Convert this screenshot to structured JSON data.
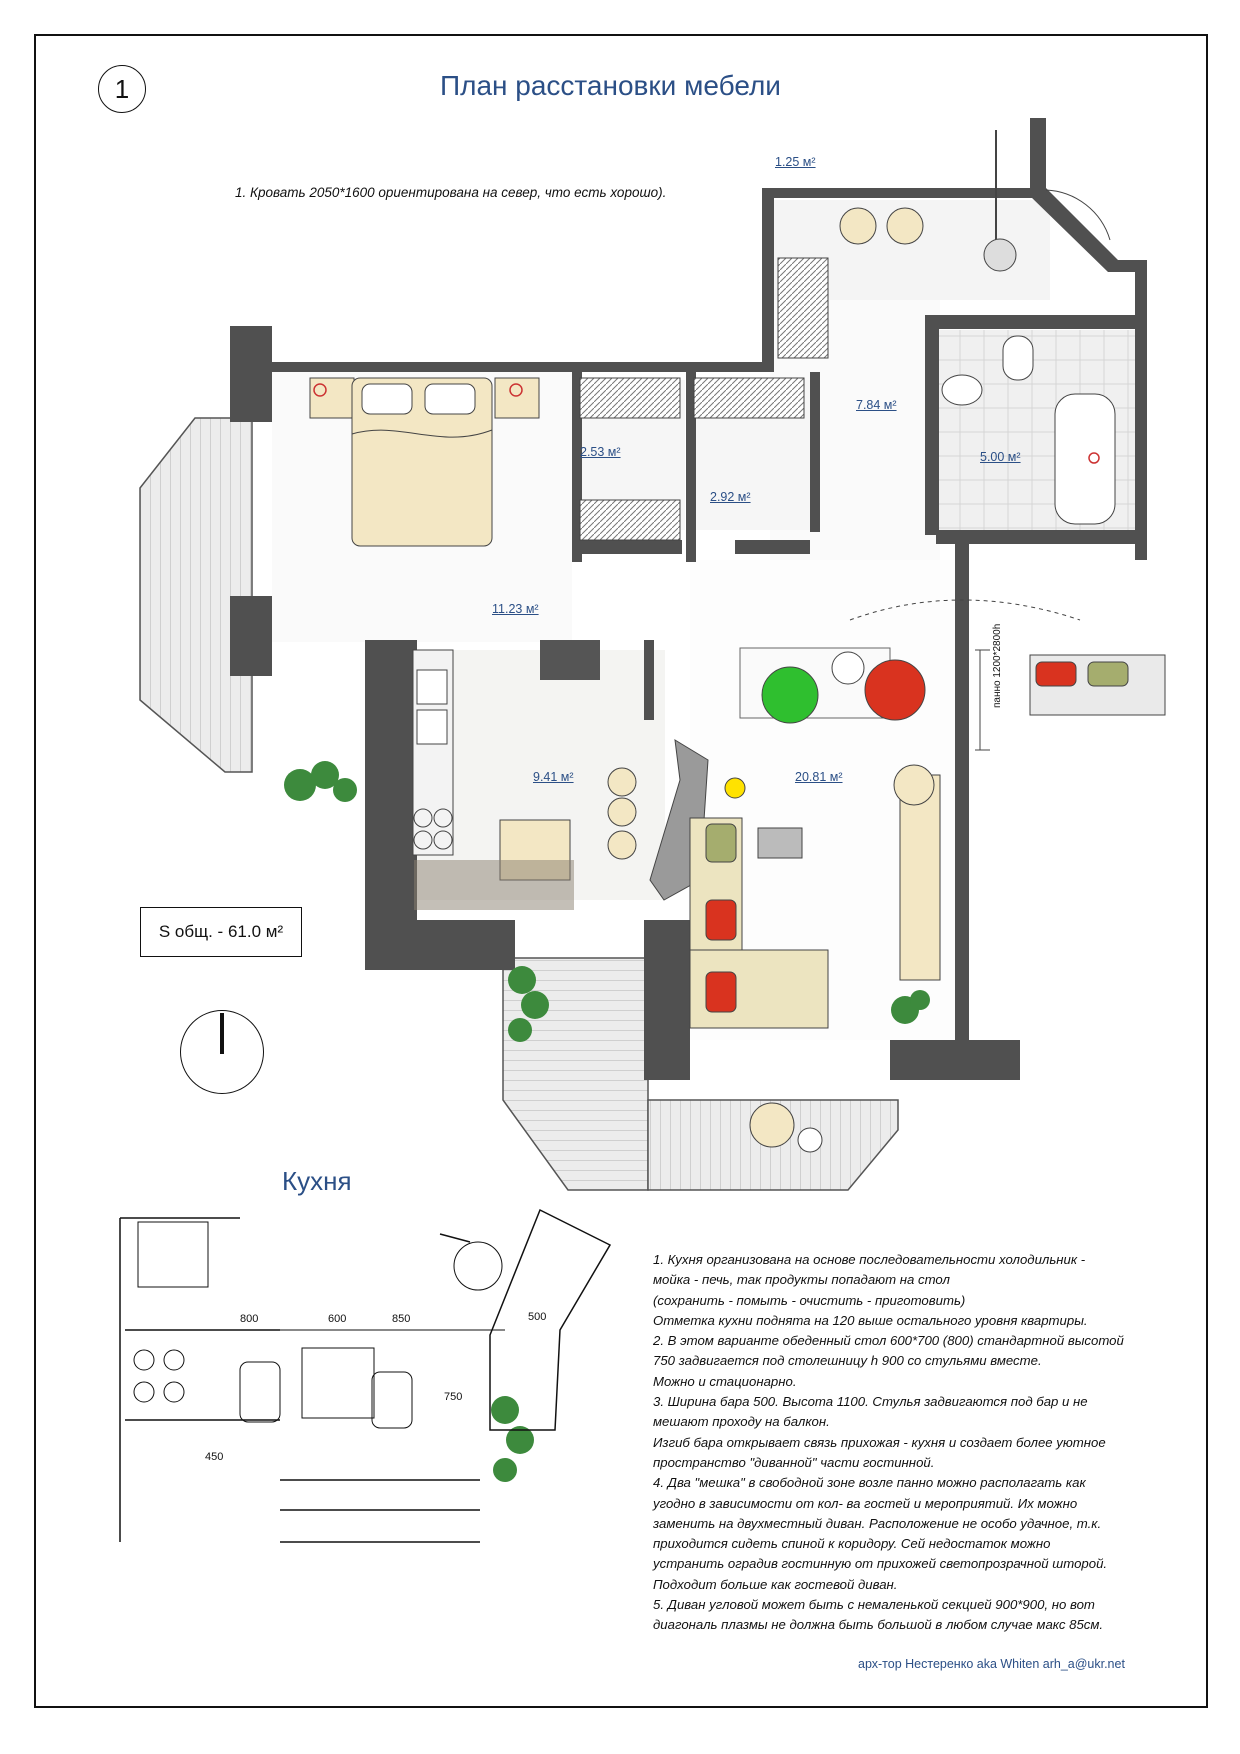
{
  "sheet": {
    "number": "1",
    "title": "План расстановки мебели",
    "note_top": "1. Кровать 2050*1600 ориентирована на север, что есть хорошо).",
    "total_area": "S общ. - 61.0 м²",
    "kitchen_title": "Кухня",
    "author": "арх-тор Нестеренко aka Whiten  arh_a@ukr.net"
  },
  "rooms": {
    "balcony_small": "1.25 м²",
    "hall": "7.84 м²",
    "wardrobe": "2.53 м²",
    "storage": "2.92 м²",
    "bathroom": "5.00 м²",
    "bedroom": "11.23 м²",
    "kitchen": "9.41 м²",
    "living": "20.81 м²"
  },
  "annotations": {
    "panel_note": "панно 1200*2800h"
  },
  "kitchen_plan": {
    "dims": [
      "800",
      "600",
      "850",
      "500",
      "750",
      "450"
    ]
  },
  "notes": [
    "1. Кухня организована на основе последовательности холодильник -",
    "мойка - печь, так продукты попадают на стол",
    " (сохранить - помыть - очистить - приготовить)",
    "Отметка кухни поднята на 120 выше остального уровня квартиры.",
    "2. В этом варианте обеденный стол 600*700 (800) стандартной высотой",
    "750 задвигается под столешницу h 900  со стульями вместе.",
    "Можно и стационарно.",
    "3. Ширина  бара 500. Высота 1100. Стулья задвигаются под бар и не",
    "мешают проходу на балкон.",
    "Изгиб бара открывает связь прихожая - кухня и создает более уютное",
    "пространство \"диванной\" части гостинной.",
    "4. Два \"мешка\" в свободной зоне возле панно можно располагать как",
    "угодно в зависимости от кол- ва гостей и мероприятий. Их можно",
    "заменить на двухместный диван. Расположение не особо удачное, т.к.",
    "приходится сидеть спиной к коридору. Сей недостаток можно",
    "устранить оградив гостинную от прихожей светопрозрачной шторой.",
    " Подходит больше как гостевой диван.",
    "5. Диван угловой может быть с немаленькой секцией 900*900, но вот",
    "диагональ плазмы не должна быть большой в любом случае макс 85см."
  ]
}
